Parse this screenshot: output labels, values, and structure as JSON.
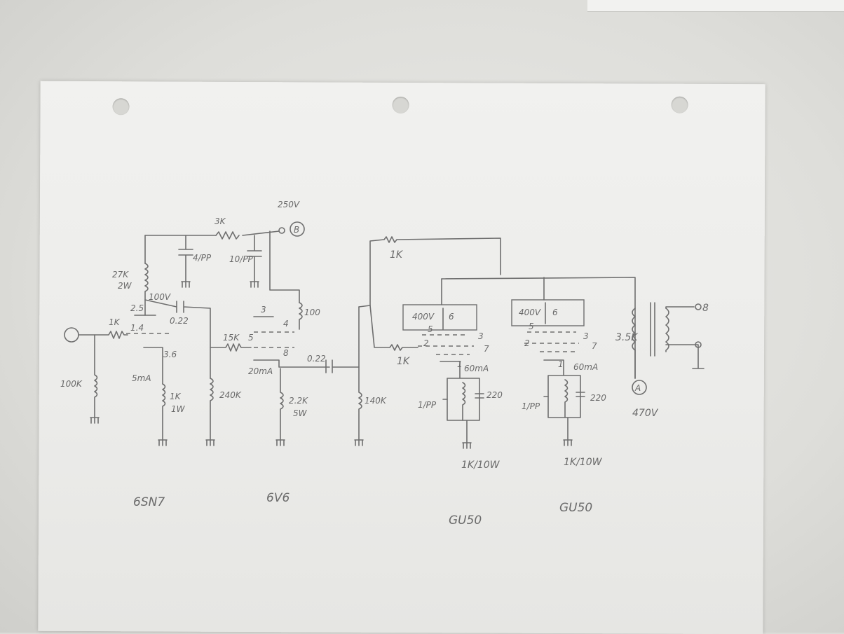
{
  "labels": {
    "r_3k": "3K",
    "v_250": "250V",
    "node_b": "B",
    "c_4pp": "4/PP",
    "c_10pp": "10/PP",
    "r_27k": "27K",
    "r_27k_w": "2W",
    "v_100": "100V",
    "pin_25": "2.5",
    "c_022a": "0.22",
    "pin_14": "1.4",
    "r_1k_in": "1K",
    "pin_36": "3.6",
    "i_5ma": "5mA",
    "r_1k1w": "1K",
    "r_1k1w_w": "1W",
    "r_240k": "240K",
    "r_100k": "100K",
    "r_15k": "15K",
    "pin3_6v6": "3",
    "pin4_6v6": "4",
    "pin5_6v6": "5",
    "pin8_6v6": "8",
    "r_100": "100",
    "i_20ma": "20mA",
    "r_22k": "2.2K",
    "r_22k_w": "5W",
    "c_022b": "0.22",
    "r_140k": "140K",
    "r_1k_fb": "1K",
    "t1_v": "400V",
    "t1_p6": "6",
    "t1_p5": "5",
    "t1_p2": "2",
    "t1_p3": "3",
    "t1_p1": "1",
    "t1_p7": "7",
    "t1_i": "60mA",
    "r_1k_g1": "1K",
    "t1_cap": "1/PP",
    "t1_r220": "220",
    "t1_rk": "1K/10W",
    "t2_v": "400V",
    "t2_p6": "6",
    "t2_p5": "5",
    "t2_p2": "2",
    "t2_p3": "3",
    "t2_p1": "1",
    "t2_p7": "7",
    "t2_i": "60mA",
    "t2_cap": "1/PP",
    "t2_r220": "220",
    "t2_rk": "1K/10W",
    "ot_35k": "3.5K",
    "spk_8": "8",
    "node_a": "A",
    "v_470": "470V",
    "tube_6sn7": "6SN7",
    "tube_6v6": "6V6",
    "tube_gu50_1": "GU50",
    "tube_gu50_2": "GU50"
  }
}
